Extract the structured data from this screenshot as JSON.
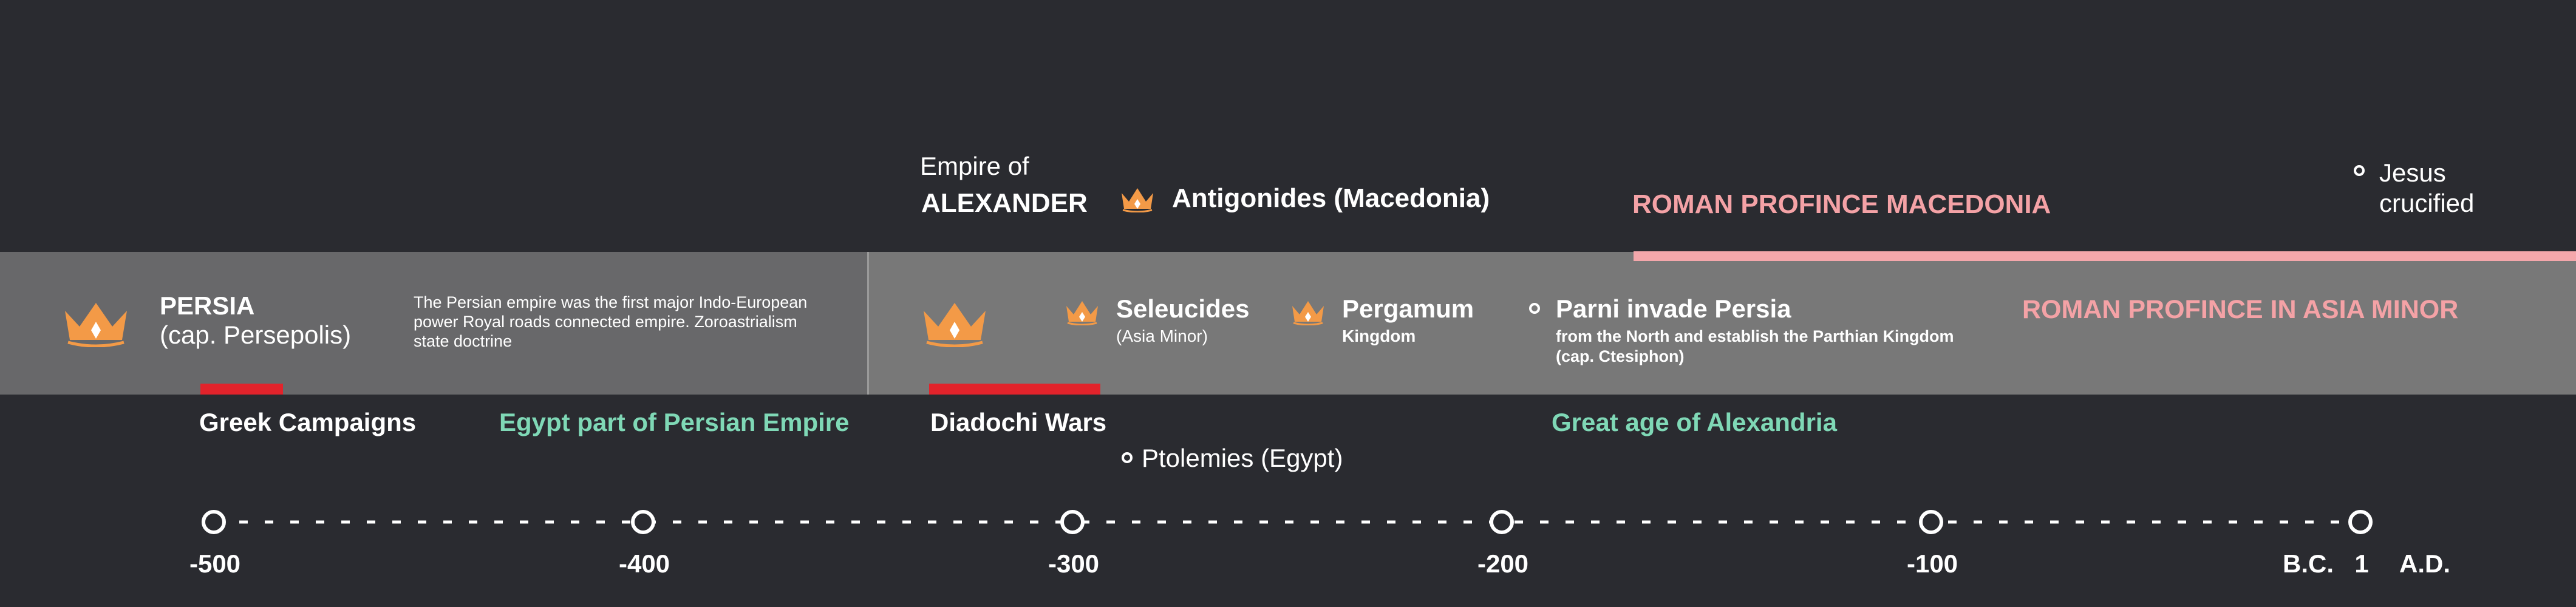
{
  "header": {
    "empire_of": "Empire of",
    "alexander": "ALEXANDER",
    "antigonides": "Antigonides (Macedonia)",
    "roman_macedonia": "ROMAN PROFINCE MACEDONIA",
    "jesus_line1": "Jesus",
    "jesus_line2": "crucified"
  },
  "band": {
    "persia_title": "PERSIA",
    "persia_sub": "(cap. Persepolis)",
    "persia_desc_1": "The Persian empire was the first major Indo-European",
    "persia_desc_2": "power Royal roads connected empire. Zoroastrialism",
    "persia_desc_3": "state doctrine",
    "seleucides": "Seleucides",
    "seleucides_sub": "(Asia Minor)",
    "pergamum": "Pergamum",
    "pergamum_sub": "Kingdom",
    "parni": "Parni invade Persia",
    "parni_sub_1": "from the North and establish the Parthian Kingdom",
    "parni_sub_2": "(cap. Ctesiphon)",
    "roman_asia": "ROMAN PROFINCE IN ASIA MINOR"
  },
  "below": {
    "greek_campaigns": "Greek Campaigns",
    "egypt_persian": "Egypt part of Persian Empire",
    "diadochi": "Diadochi Wars",
    "ptolemies": "Ptolemies (Egypt)",
    "alexandria": "Great age of Alexandria"
  },
  "timeline": {
    "ticks": [
      "-500",
      "-400",
      "-300",
      "-200",
      "-100",
      "1"
    ],
    "bc": "B.C.",
    "ad": "A.D."
  },
  "colors": {
    "background": "#2a2b30",
    "band_left": "#68686a",
    "band_right": "#787878",
    "crown": "#f39a47",
    "red_bar": "#e2232b",
    "pink": "#f4a2a6",
    "green": "#7fd8b6"
  }
}
